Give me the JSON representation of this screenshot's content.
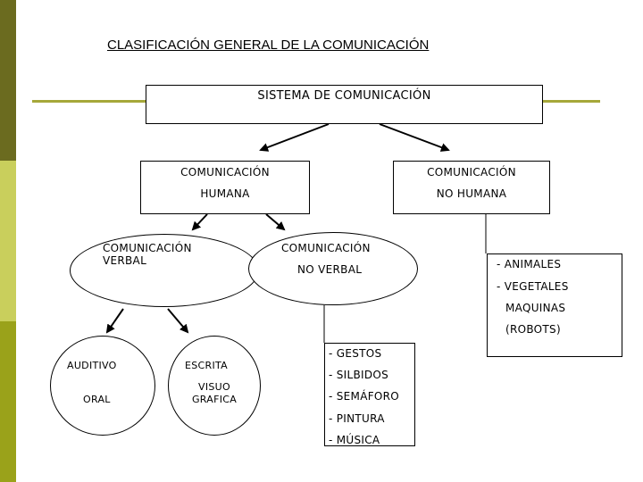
{
  "title": "CLASIFICACIÓN GENERAL DE LA COMUNICACIÓN",
  "root": "SISTEMA DE COMUNICACIÓN",
  "human": {
    "line1": "COMUNICACIÓN",
    "line2": "HUMANA"
  },
  "nonhuman": {
    "line1": "COMUNICACIÓN",
    "line2": "NO HUMANA"
  },
  "verbal": {
    "line1": "COMUNICACIÓN",
    "line2": "VERBAL"
  },
  "nonverbal": {
    "line1": "COMUNICACIÓN",
    "line2": "NO VERBAL"
  },
  "nonhuman_items": [
    "- ANIMALES",
    "- VEGETALES",
    "MAQUINAS",
    "(ROBOTS)"
  ],
  "auditivo": {
    "line1": "AUDITIVO",
    "line2": "ORAL"
  },
  "escrita": {
    "line1": "ESCRITA",
    "line2": "VISUO",
    "line3": "GRAFICA"
  },
  "nonverbal_items": [
    "- GESTOS",
    "- SILBIDOS",
    "- SEMÁFORO",
    "- PINTURA",
    "- MÚSICA"
  ],
  "colors": {
    "bar_dark": "#6b6b1f",
    "bar_light": "#c9cf5c",
    "bar_mid": "#9aa21a",
    "rule": "#a6a83a"
  }
}
